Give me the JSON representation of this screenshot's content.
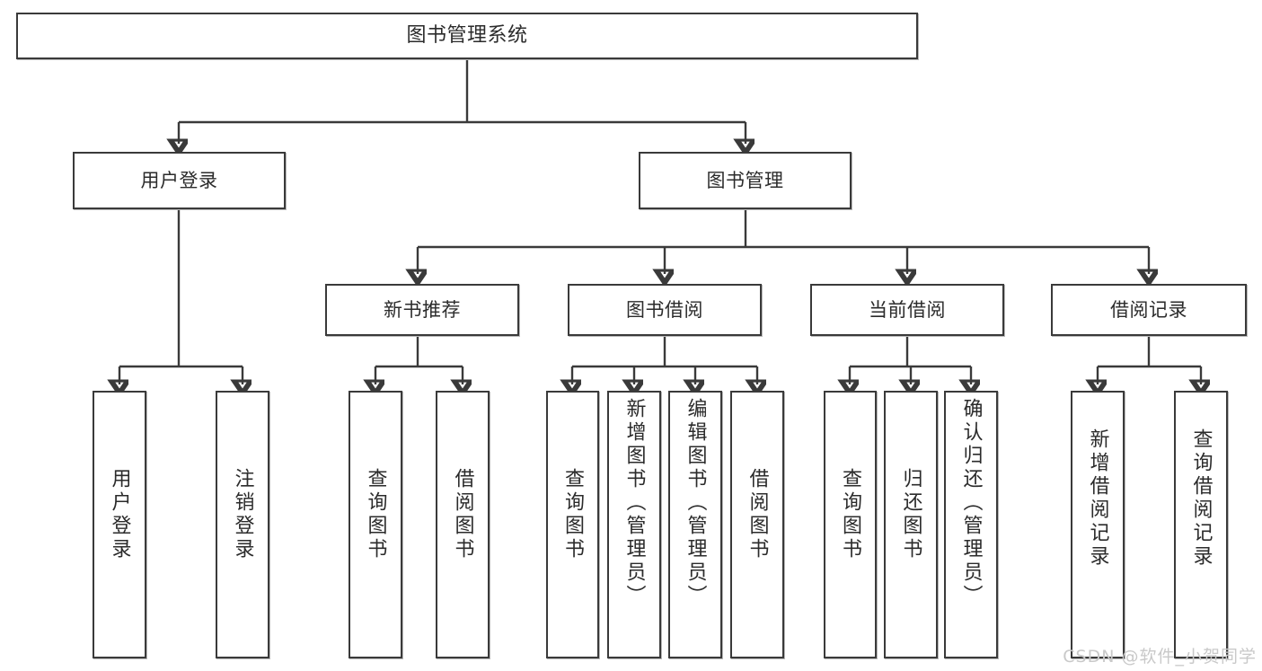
{
  "diagram": {
    "title": "图书管理系统",
    "type": "hierarchy-tree",
    "watermark": "CSDN @软件_小贺同学",
    "colors": {
      "box_border": "#3a3a3a",
      "box_fill": "#ffffff",
      "connector": "#3a3a3a",
      "text": "#2b2b2b",
      "watermark": "#c9c9c9"
    },
    "root": {
      "label": "图书管理系统"
    },
    "level2": [
      {
        "label": "用户登录"
      },
      {
        "label": "图书管理"
      }
    ],
    "level3": [
      {
        "label": "新书推荐"
      },
      {
        "label": "图书借阅"
      },
      {
        "label": "当前借阅"
      },
      {
        "label": "借阅记录"
      }
    ],
    "leaves": {
      "user_login": [
        {
          "label": "用户登录"
        },
        {
          "label": "注销登录"
        }
      ],
      "new_book_recommend": [
        {
          "label": "查询图书"
        },
        {
          "label": "借阅图书"
        }
      ],
      "book_borrow": [
        {
          "label": "查询图书"
        },
        {
          "label": "新增图书（管理员）"
        },
        {
          "label": "编辑图书（管理员）"
        },
        {
          "label": "借阅图书"
        }
      ],
      "current_borrow": [
        {
          "label": "查询图书"
        },
        {
          "label": "归还图书"
        },
        {
          "label": "确认归还（管理员）"
        }
      ],
      "borrow_record": [
        {
          "label": "新增借阅记录"
        },
        {
          "label": "查询借阅记录"
        }
      ]
    }
  }
}
